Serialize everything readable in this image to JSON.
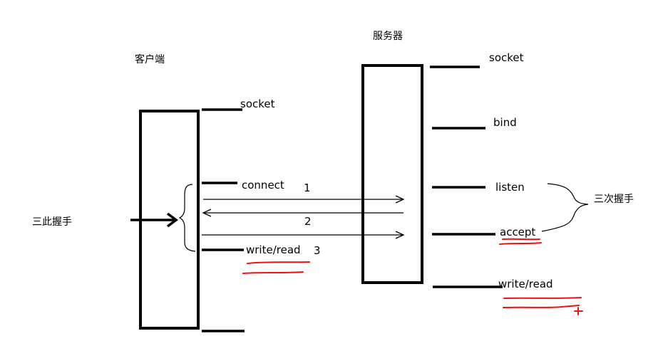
{
  "client": {
    "title": "客户端",
    "steps": [
      "socket",
      "connect",
      "write/read"
    ]
  },
  "server": {
    "title": "服务器",
    "steps": [
      "socket",
      "bind",
      "listen",
      "accept",
      "write/read"
    ]
  },
  "handshake": {
    "client_note": "三此握手",
    "server_note": "三次握手",
    "step_numbers": [
      "1",
      "2",
      "3"
    ]
  },
  "colors": {
    "ink": "#000000",
    "highlight": "#ee1111"
  }
}
